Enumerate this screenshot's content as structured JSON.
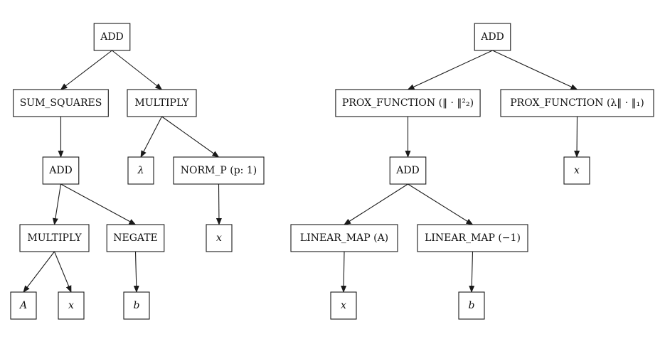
{
  "trees": [
    {
      "id": "left-tree",
      "nodes": [
        {
          "id": "L_add_root",
          "label": "ADD",
          "math": false
        },
        {
          "id": "L_sum_squares",
          "label": "SUM_SQUARES",
          "math": false
        },
        {
          "id": "L_multiply_top",
          "label": "MULTIPLY",
          "math": false
        },
        {
          "id": "L_add_inner",
          "label": "ADD",
          "math": false
        },
        {
          "id": "L_lambda",
          "label": "λ",
          "math": true
        },
        {
          "id": "L_norm_p",
          "label": "NORM_P (p: 1)",
          "math": false
        },
        {
          "id": "L_multiply_inner",
          "label": "MULTIPLY",
          "math": false
        },
        {
          "id": "L_negate",
          "label": "NEGATE",
          "math": false
        },
        {
          "id": "L_x_norm",
          "label": "x",
          "math": true
        },
        {
          "id": "L_A",
          "label": "A",
          "math": true
        },
        {
          "id": "L_x_mult",
          "label": "x",
          "math": true
        },
        {
          "id": "L_b",
          "label": "b",
          "math": true
        }
      ],
      "edges": [
        [
          "L_add_root",
          "L_sum_squares"
        ],
        [
          "L_add_root",
          "L_multiply_top"
        ],
        [
          "L_sum_squares",
          "L_add_inner"
        ],
        [
          "L_multiply_top",
          "L_lambda"
        ],
        [
          "L_multiply_top",
          "L_norm_p"
        ],
        [
          "L_add_inner",
          "L_multiply_inner"
        ],
        [
          "L_add_inner",
          "L_negate"
        ],
        [
          "L_norm_p",
          "L_x_norm"
        ],
        [
          "L_multiply_inner",
          "L_A"
        ],
        [
          "L_multiply_inner",
          "L_x_mult"
        ],
        [
          "L_negate",
          "L_b"
        ]
      ]
    },
    {
      "id": "right-tree",
      "nodes": [
        {
          "id": "R_add_root",
          "label": "ADD",
          "math": false
        },
        {
          "id": "R_prox_sq",
          "label": "PROX_FUNCTION (‖ · ‖²₂)",
          "math": false
        },
        {
          "id": "R_prox_l1",
          "label": "PROX_FUNCTION (λ‖ · ‖₁)",
          "math": false
        },
        {
          "id": "R_add_inner",
          "label": "ADD",
          "math": false
        },
        {
          "id": "R_x_prox",
          "label": "x",
          "math": true
        },
        {
          "id": "R_linear_A",
          "label": "LINEAR_MAP (A)",
          "math": false
        },
        {
          "id": "R_linear_neg1",
          "label": "LINEAR_MAP (−1)",
          "math": false
        },
        {
          "id": "R_x_lin",
          "label": "x",
          "math": true
        },
        {
          "id": "R_b",
          "label": "b",
          "math": true
        }
      ],
      "edges": [
        [
          "R_add_root",
          "R_prox_sq"
        ],
        [
          "R_add_root",
          "R_prox_l1"
        ],
        [
          "R_prox_sq",
          "R_add_inner"
        ],
        [
          "R_prox_l1",
          "R_x_prox"
        ],
        [
          "R_add_inner",
          "R_linear_A"
        ],
        [
          "R_add_inner",
          "R_linear_neg1"
        ],
        [
          "R_linear_A",
          "R_x_lin"
        ],
        [
          "R_linear_neg1",
          "R_b"
        ]
      ]
    }
  ]
}
